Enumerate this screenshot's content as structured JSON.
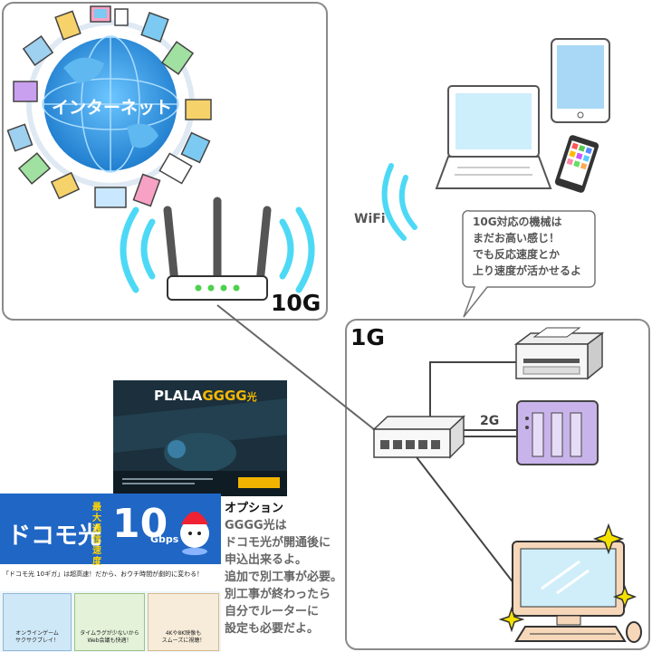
{
  "internet_label": "インターネット",
  "router_speed": "10G",
  "lan_speed": "1G",
  "wifi_label": "WiFi",
  "nas_link": "2G",
  "speech_bubble": [
    "10G対応の機械は",
    "まだお高い感じ！",
    "でも反応速度とか",
    "上り速度が活かせるよ"
  ],
  "plala_ad": {
    "logo": "PLALA",
    "logo_accent": "GGGG",
    "logo_suffix": "光"
  },
  "docomo_ad": {
    "logo": "ドコモ光",
    "badge": [
      "最大",
      "通信",
      "速度"
    ],
    "speed_number": "10",
    "speed_unit": "Gbps",
    "tagline": "「ドコモ光 10ギガ」は超高速！だから、おウチ時間が劇的に変わる！",
    "panels": [
      {
        "line1": "オンラインゲーム",
        "line2": "サクサクプレイ！"
      },
      {
        "line1": "タイムラグが少ないから",
        "line2": "Web会議も快適！"
      },
      {
        "line1": "4Kや8K映像も",
        "line2": "スムーズに視聴！"
      }
    ]
  },
  "option_caption": {
    "title": "オプション",
    "lines": [
      "GGGG光は",
      "ドコモ光が開通後に",
      "申込出来るよ。",
      "追加で別工事が必要。",
      "別工事が終わったら",
      "自分でルーターに",
      "設定も必要だよ。"
    ]
  },
  "colors": {
    "wifi_wave": "#4dd9f5",
    "globe": "#1e8fd6",
    "nas": "#b9a0e0",
    "pc_frame": "#f4d3b5",
    "sparkle": "#f5e100"
  }
}
